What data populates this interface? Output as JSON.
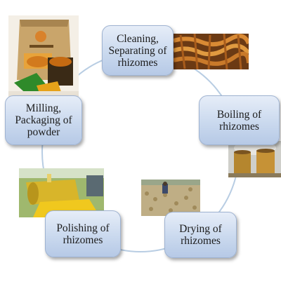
{
  "stages": [
    {
      "label": "Cleaning, Separating of rhizomes"
    },
    {
      "label": "Boiling of rhizomes"
    },
    {
      "label": "Drying of rhizomes"
    },
    {
      "label": "Polishing of rhizomes"
    },
    {
      "label": "Milling, Packaging of powder"
    }
  ],
  "colors": {
    "box_fill": "#c9d8ee",
    "box_border": "#9fb3d1",
    "cycle_line": "#b8cde3",
    "text": "#1c1c1c"
  }
}
